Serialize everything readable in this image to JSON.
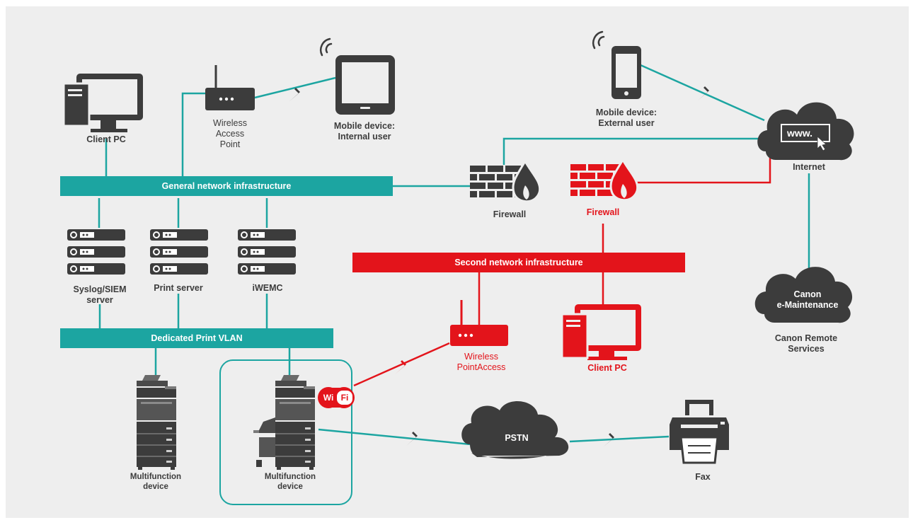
{
  "colors": {
    "teal": "#1ca5a1",
    "red": "#e3141b",
    "dark": "#3c3c3c",
    "background": "#eeeeee"
  },
  "bars": {
    "general": "General network infrastructure",
    "second": "Second network infrastructure",
    "vlan": "Dedicated Print VLAN"
  },
  "labels": {
    "client_pc": "Client PC",
    "wap": "Wireless\nAccess\nPoint",
    "mobile_internal": "Mobile device:\nInternal user",
    "mobile_external": "Mobile device:\nExternal user",
    "internet": "Internet",
    "www": "www.",
    "firewall_dark": "Firewall",
    "firewall_red": "Firewall",
    "syslog": "Syslog/SIEM\nserver",
    "print_server": "Print server",
    "iwemc": "iWEMC",
    "wireless_point": "Wireless\nPointAccess",
    "client_pc_red": "Client PC",
    "canon_cloud": "Canon\ne-Maintenance",
    "canon_remote": "Canon Remote\nServices",
    "mfd_left": "Multifunction\ndevice",
    "mfd_right": "Multifunction\ndevice",
    "wifi_wi": "Wi",
    "wifi_fi": "Fi",
    "pstn": "PSTN",
    "fax": "Fax"
  },
  "icons": [
    "desktop-pc-icon",
    "router-icon",
    "tablet-icon",
    "smartphone-icon",
    "cloud-icon",
    "firewall-icon",
    "server-rack-icon",
    "multifunction-printer-icon",
    "wifi-badge-icon",
    "fax-machine-icon",
    "lightning-icon",
    "signal-waves-icon"
  ]
}
